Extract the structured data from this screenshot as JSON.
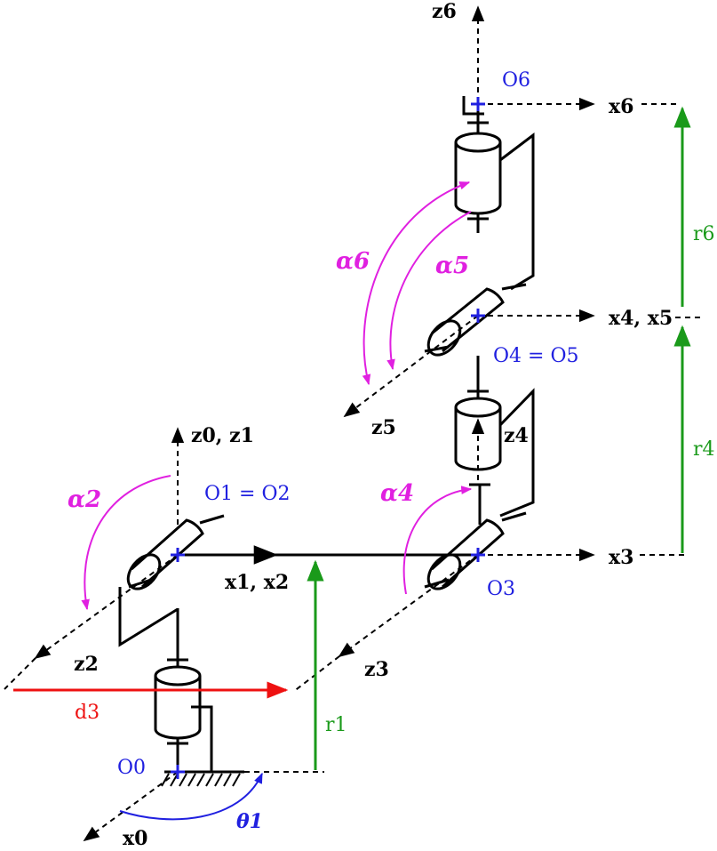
{
  "labels": {
    "z6": "z6",
    "o6": "O6",
    "x6": "x6",
    "r6": "r6",
    "alpha6": "α6",
    "alpha5": "α5",
    "x4x5": "x4, x5",
    "o4o5": "O4 = O5",
    "z5": "z5",
    "z4": "z4",
    "r4": "r4",
    "alpha4": "α4",
    "x3": "x3",
    "o3": "O3",
    "z3": "z3",
    "z0z1": "z0, z1",
    "alpha2": "α2",
    "o1o2": "O1 = O2",
    "x1x2": "x1, x2",
    "z2": "z2",
    "d3": "d3",
    "r1": "r1",
    "o0": "O0",
    "theta1": "θ1",
    "x0": "x0"
  },
  "colors": {
    "axes": "#000000",
    "origins": "#2020e0",
    "alpha_arcs": "#e020e0",
    "r_arrows": "#1a9a1a",
    "d_arrow": "#ee1111",
    "theta_arc": "#2020e0"
  }
}
